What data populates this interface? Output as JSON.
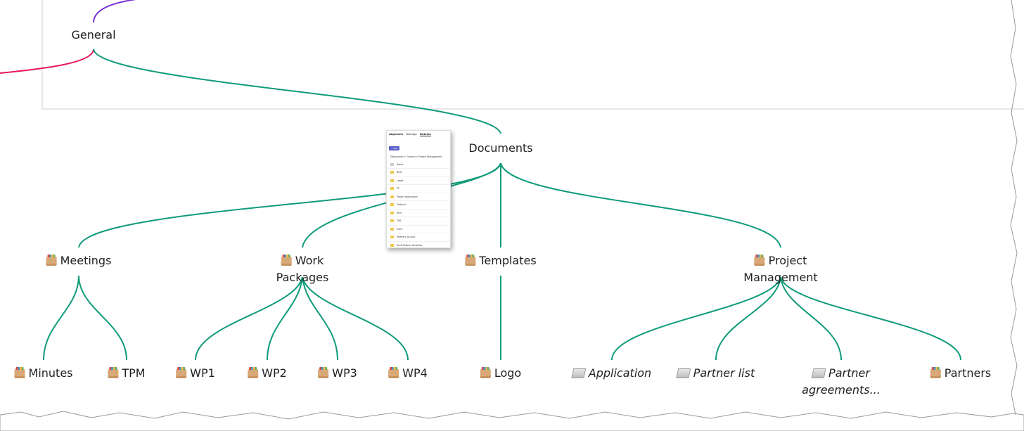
{
  "diagram": {
    "root": "General",
    "documents": "Documents",
    "folders": [
      {
        "key": "meetings",
        "label": "Meetings",
        "icon": "folder-icon"
      },
      {
        "key": "work_packages",
        "label_line1": "Work",
        "label_line2": "Packages",
        "icon": "folder-icon"
      },
      {
        "key": "templates",
        "label": "Templates",
        "icon": "folder-icon"
      },
      {
        "key": "project_management",
        "label_line1": "Project",
        "label_line2": "Management",
        "icon": "folder-icon"
      }
    ],
    "leaves": {
      "minutes": {
        "label": "Minutes",
        "icon": "folder-icon"
      },
      "tpm": {
        "label": "TPM",
        "icon": "folder-icon"
      },
      "wp1": {
        "label": "WP1",
        "icon": "folder-icon"
      },
      "wp2": {
        "label": "WP2",
        "icon": "folder-icon"
      },
      "wp3": {
        "label": "WP3",
        "icon": "folder-icon"
      },
      "wp4": {
        "label": "WP4",
        "icon": "folder-icon"
      },
      "logo": {
        "label": "Logo",
        "icon": "folder-icon"
      },
      "application": {
        "label": "Application",
        "icon": "document-icon"
      },
      "partner_list": {
        "label": "Partner list",
        "icon": "document-icon"
      },
      "partner_agreements": {
        "label_line1": "Partner",
        "label_line2": "agreements...",
        "icon": "document-icon"
      },
      "partners": {
        "label": "Partners",
        "icon": "folder-icon"
      }
    },
    "colors": {
      "connector": "#0f9b7b",
      "branch_pink": "#e5175f",
      "branch_purple": "#7b2fd8",
      "frame": "#d0d0d0"
    }
  },
  "thumbnail": {
    "title": "Allgemein",
    "tabs": [
      "Beiträge",
      "Dateien"
    ],
    "new_button": "+ Neu",
    "breadcrumb": "Dokumente > General > Project Management",
    "rows": [
      "Name",
      "Brief",
      "Logos",
      "PP",
      "Project Application",
      "Protocol",
      "Tech",
      "TNS",
      "Used",
      "Partners_ok.xlsx",
      "Draft Partner Activities"
    ]
  }
}
